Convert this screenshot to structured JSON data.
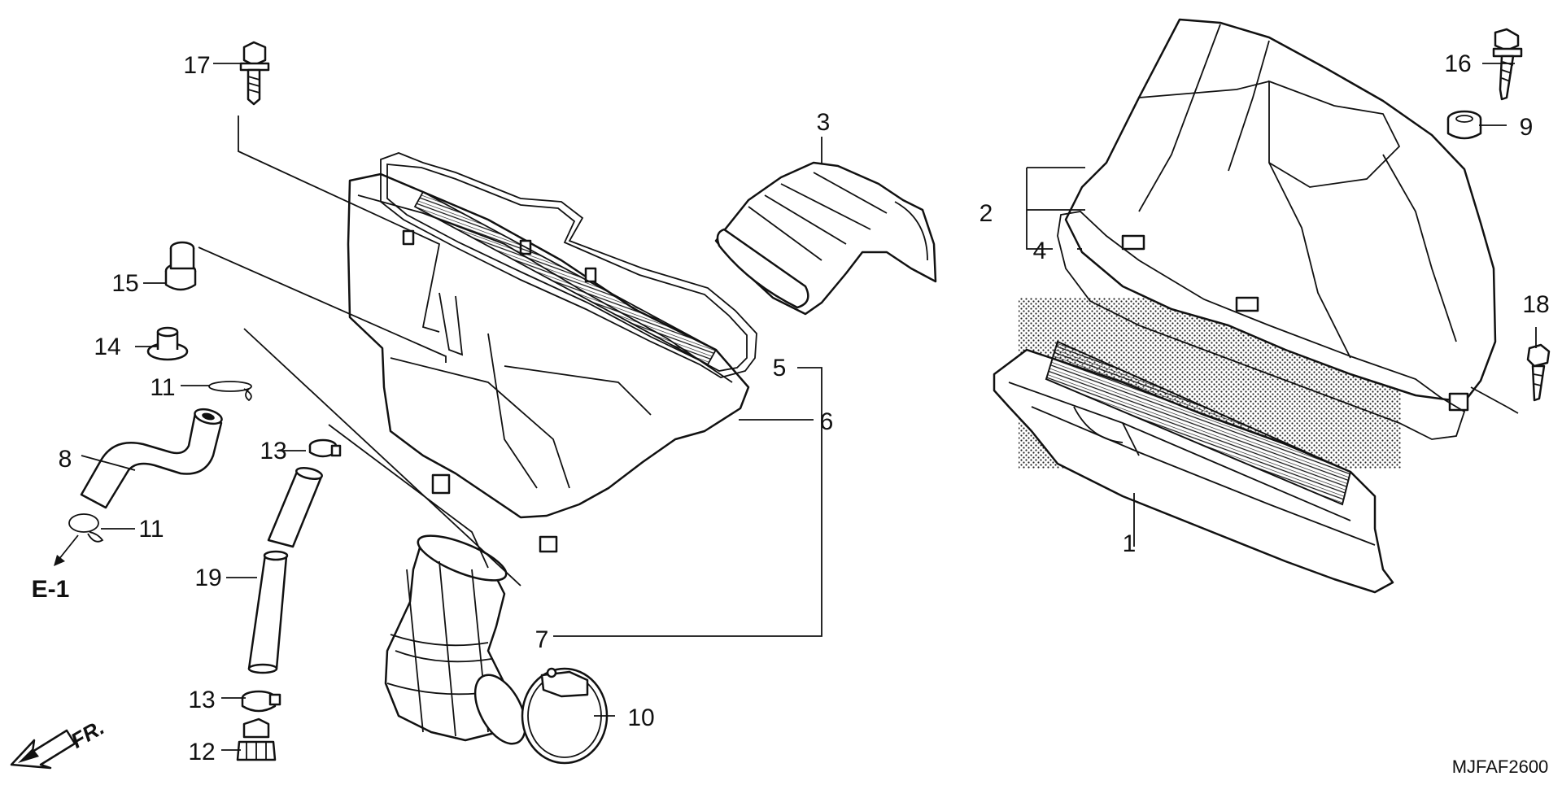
{
  "diagram": {
    "code": "MJFAF2600",
    "reference": "E-1",
    "direction": "FR.",
    "callouts": [
      "1",
      "2",
      "3",
      "4",
      "5",
      "6",
      "7",
      "8",
      "9",
      "10",
      "11",
      "11",
      "12",
      "13",
      "13",
      "14",
      "15",
      "16",
      "17",
      "18",
      "19"
    ]
  }
}
